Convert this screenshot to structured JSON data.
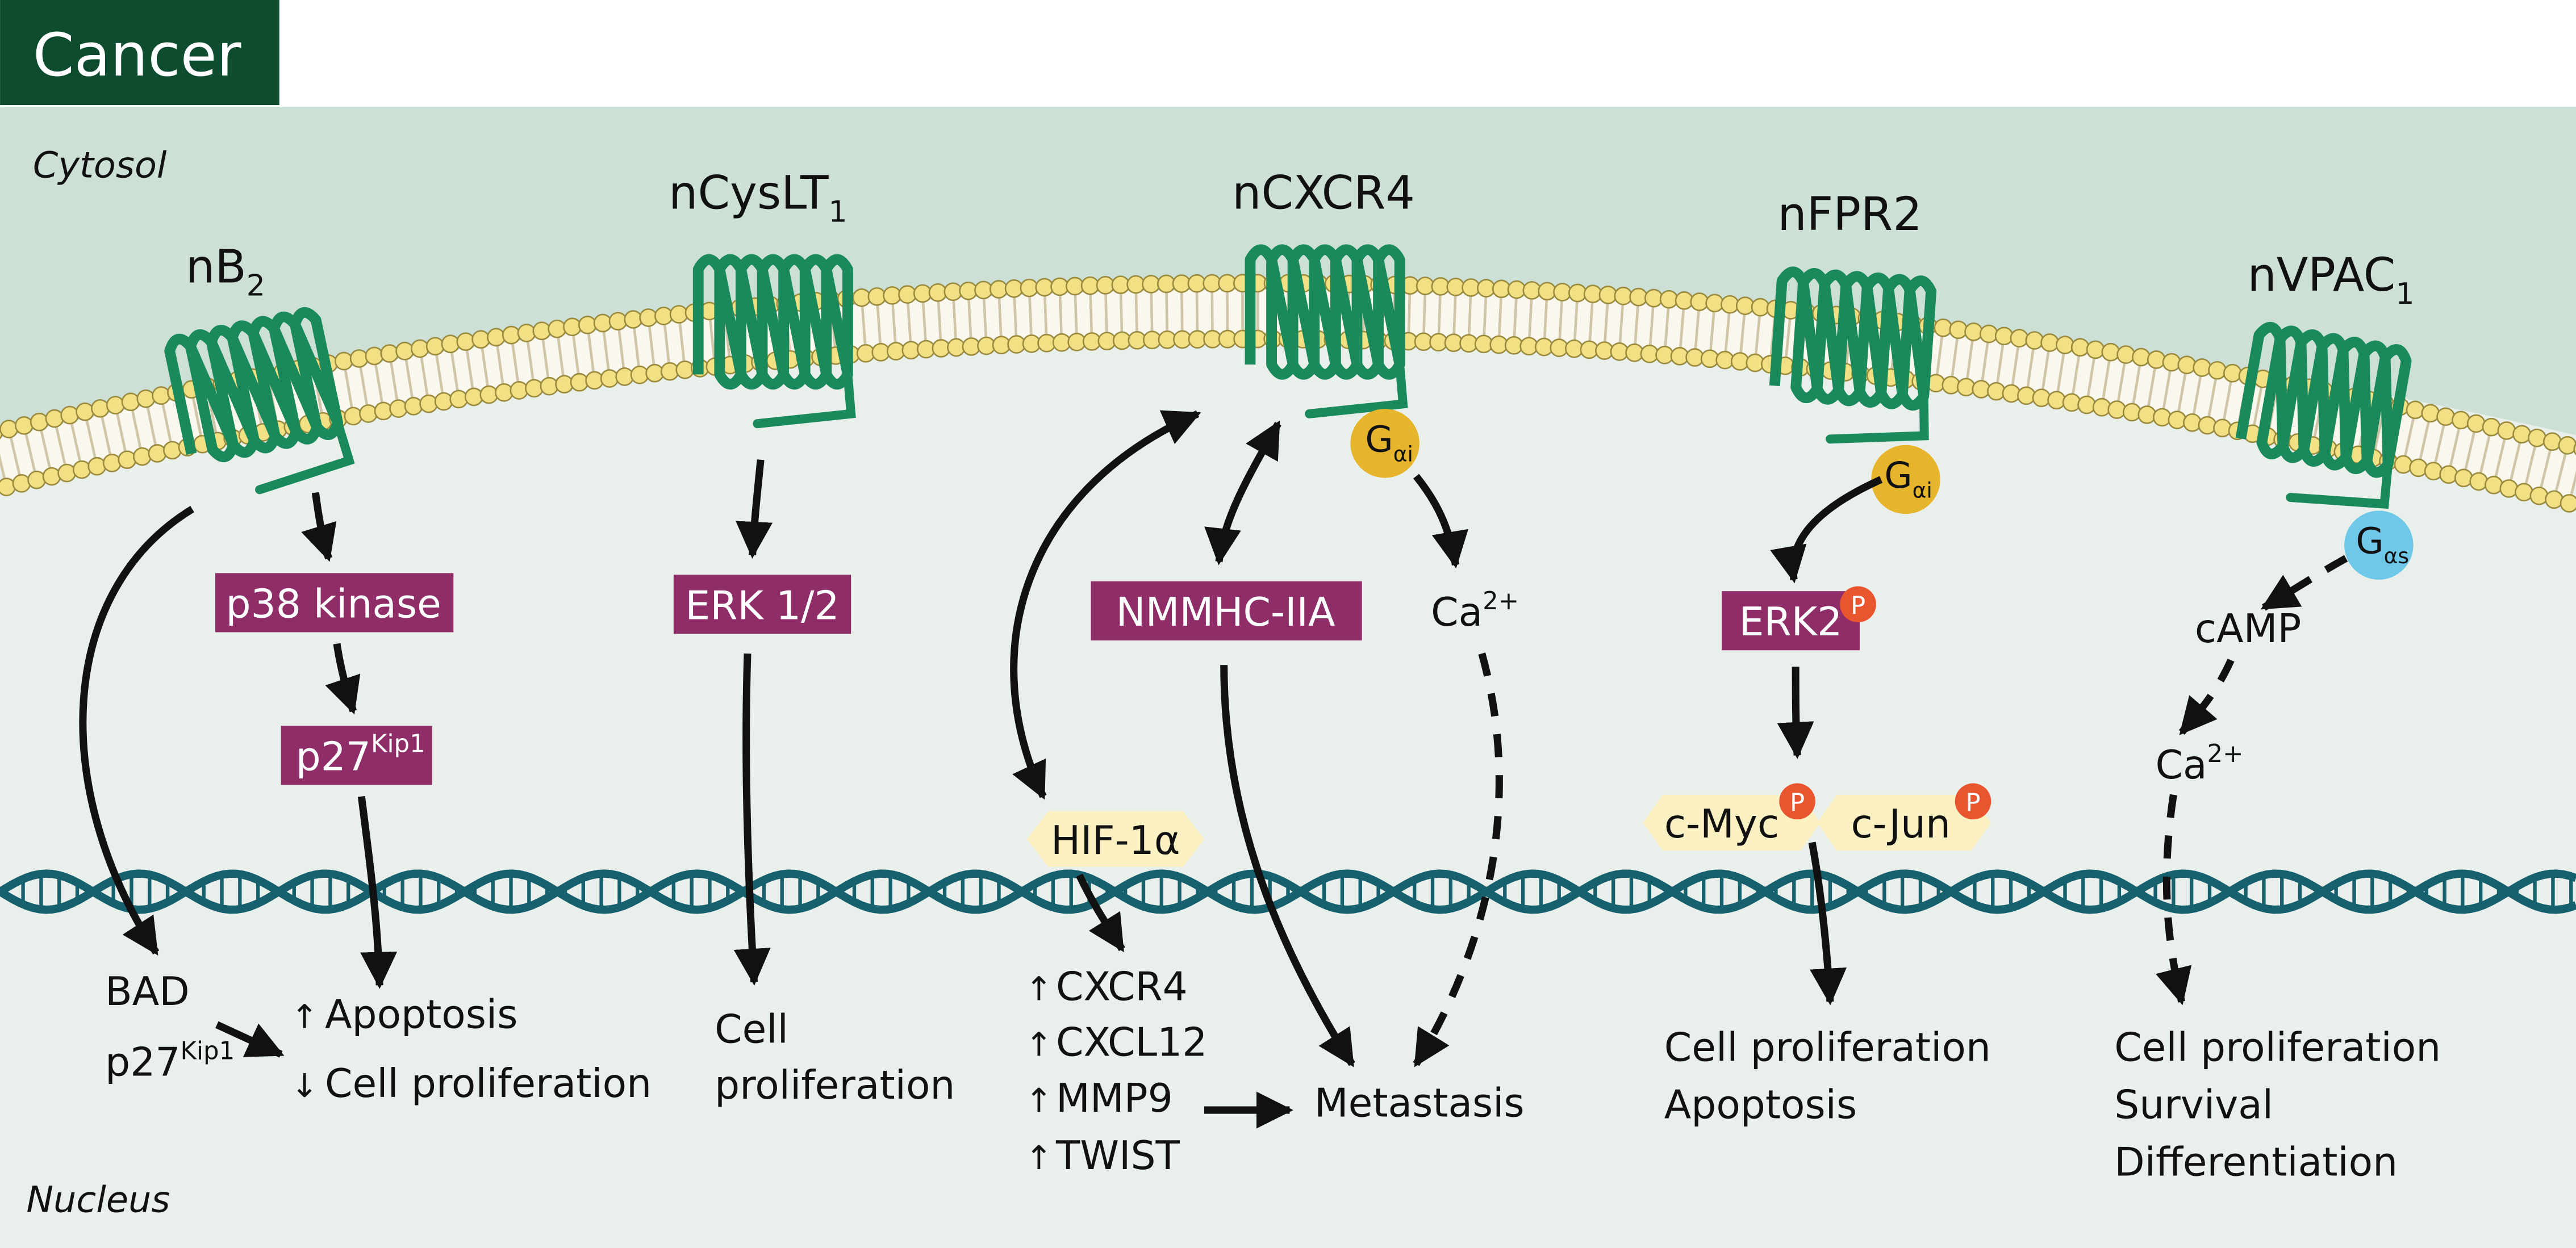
{
  "header": {
    "title": "Cancer"
  },
  "regions": {
    "cytosol": "Cytosol",
    "nucleus": "Nucleus"
  },
  "receptors": [
    {
      "id": "nB2",
      "name": "nB",
      "sub": "2"
    },
    {
      "id": "ncyslt1",
      "name": "nCysLT",
      "sub": "1"
    },
    {
      "id": "ncxcr4",
      "name": "nCXCR4",
      "sub": ""
    },
    {
      "id": "nfpr2",
      "name": "nFPR2",
      "sub": ""
    },
    {
      "id": "nvpac1",
      "name": "nVPAC",
      "sub": "1"
    }
  ],
  "gproteins": [
    {
      "id": "gai-cxcr4",
      "label": "G",
      "sub": "αi",
      "color": "#e6b52c"
    },
    {
      "id": "gai-fpr2",
      "label": "G",
      "sub": "αi",
      "color": "#e6b52c"
    },
    {
      "id": "gas-vpac1",
      "label": "G",
      "sub": "αs",
      "color": "#6fc8e8"
    }
  ],
  "kinases": {
    "p38": "p38 kinase",
    "p27": {
      "main": "p27",
      "sup": "Kip1"
    },
    "erk12": "ERK 1/2",
    "nmmhc": "NMMHC-IIA",
    "erk2": "ERK2"
  },
  "phospho_label": "P",
  "transcription_factors": {
    "hif": "HIF-1α",
    "cmyc": "c-Myc",
    "cjun": "c-Jun"
  },
  "messengers": {
    "ca_main": "Ca",
    "ca_sup": "2+",
    "camp": "cAMP"
  },
  "outcomes": {
    "bad": "BAD",
    "p27": {
      "main": "p27",
      "sup": "Kip1"
    },
    "up_arrow": "↑",
    "down_arrow": "↓",
    "apoptosis": "Apoptosis",
    "cell_proliferation": "Cell proliferation",
    "erk_outcome": [
      "Cell",
      "proliferation"
    ],
    "gene_list": [
      "CXCR4",
      "CXCL12",
      "MMP9",
      "TWIST"
    ],
    "metastasis": "Metastasis",
    "fpr2_outcome": [
      "Cell proliferation",
      "Apoptosis"
    ],
    "vpac_outcome": [
      "Cell proliferation",
      "Survival",
      "Differentiation"
    ]
  },
  "colors": {
    "header_bg": "#0e4c30",
    "cytosol_bg": "#cde0d6",
    "nucleus_bg": "#e9f0ec",
    "receptor": "#1a8a5c",
    "membrane_head": "#f2e084",
    "kinase_box": "#8e2d67",
    "tf_fill": "#fbf1c3",
    "phospho": "#e8552f",
    "dna": "#17606e"
  }
}
